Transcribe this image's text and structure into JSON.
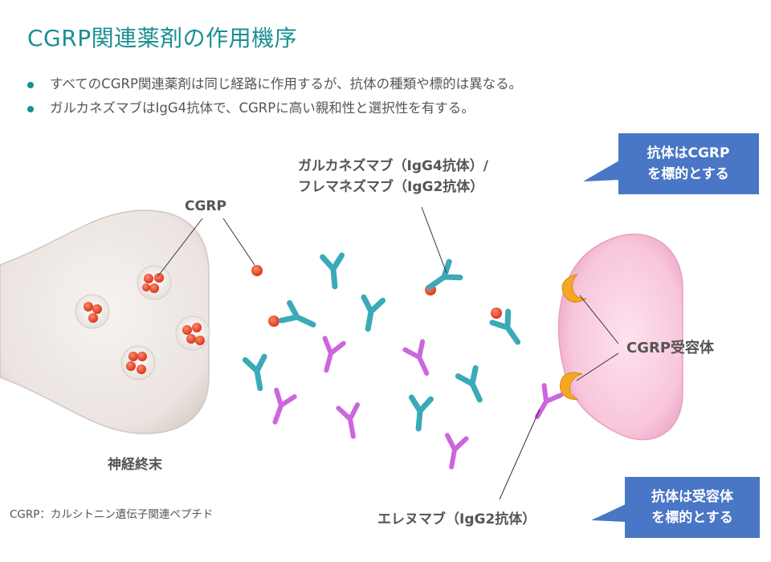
{
  "title": "CGRP関連薬剤の作用機序",
  "bullets": [
    "すべてのCGRP関連薬剤は同じ経路に作用するが、抗体の種類や標的は異なる。",
    "ガルカネズマブはIgG4抗体で、CGRPに高い親和性と選択性を有する。"
  ],
  "labels": {
    "cgrp": "CGRP",
    "nerve_ending": "神経終末",
    "galcanezumab_line1": "ガルカネズマブ（IgG4抗体）/",
    "galcanezumab_line2": "フレマネズマブ（IgG2抗体）",
    "receptor": "CGRP受容体",
    "erenumab": "エレヌマブ（IgG2抗体）"
  },
  "callouts": {
    "cgrp_target_line1": "抗体はCGRP",
    "cgrp_target_line2": "を標的とする",
    "receptor_target_line1": "抗体は受容体",
    "receptor_target_line2": "を標的とする"
  },
  "footnote": "CGRP：カルシトニン遺伝子関連ペプチド",
  "colors": {
    "title": "#1a8f94",
    "teal_antibody": "#3aaab8",
    "purple_antibody": "#cc66dd",
    "cgrp_dot": "#e8402a",
    "receptor": "#f5a623",
    "callout_bg": "#4a76c6",
    "cell": "#f6bfd6",
    "nerve": "#ece6e3"
  }
}
